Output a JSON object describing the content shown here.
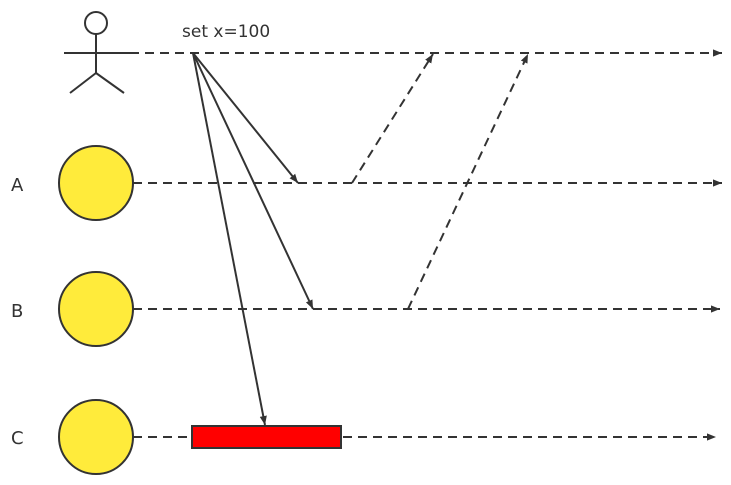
{
  "diagram": {
    "message_label": "set x=100",
    "nodes": [
      {
        "id": "A",
        "label": "A"
      },
      {
        "id": "B",
        "label": "B"
      },
      {
        "id": "C",
        "label": "C"
      }
    ],
    "colors": {
      "node_fill": "#FFEB3B",
      "block_fill": "#FF0000",
      "line": "#333333"
    }
  }
}
